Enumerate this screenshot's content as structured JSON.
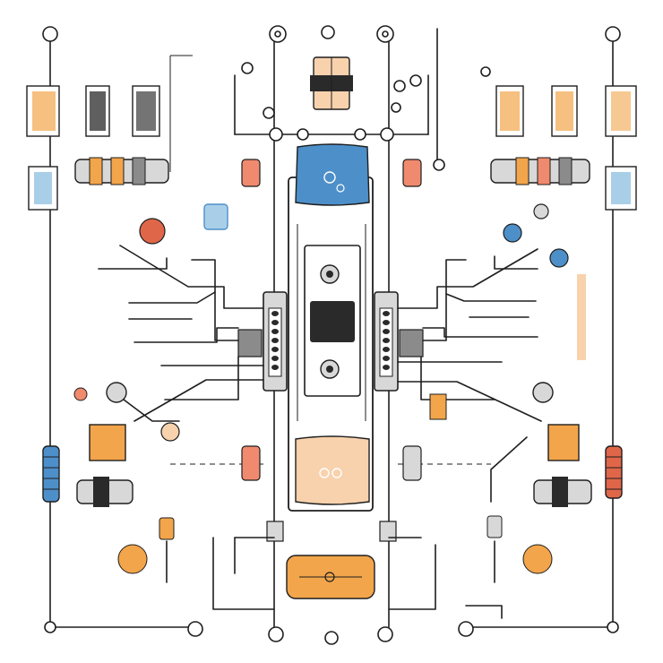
{
  "colors": {
    "background": "#ffffff",
    "line": "#1e1e1e",
    "blue": "#4d8fc9",
    "light_blue": "#a9cfe8",
    "orange": "#f2a54a",
    "peach": "#f8d2ad",
    "red": "#e0664a",
    "salmon": "#f08a6e",
    "gray": "#8b8b8b",
    "light_gray": "#d8d8d8",
    "dark": "#2a2a2a"
  },
  "icons": [
    "central-board",
    "chip-module",
    "connector-block",
    "resistor",
    "capacitor",
    "inductor-coil",
    "terminal-ring",
    "fuse-cylinder",
    "plug-connector"
  ]
}
